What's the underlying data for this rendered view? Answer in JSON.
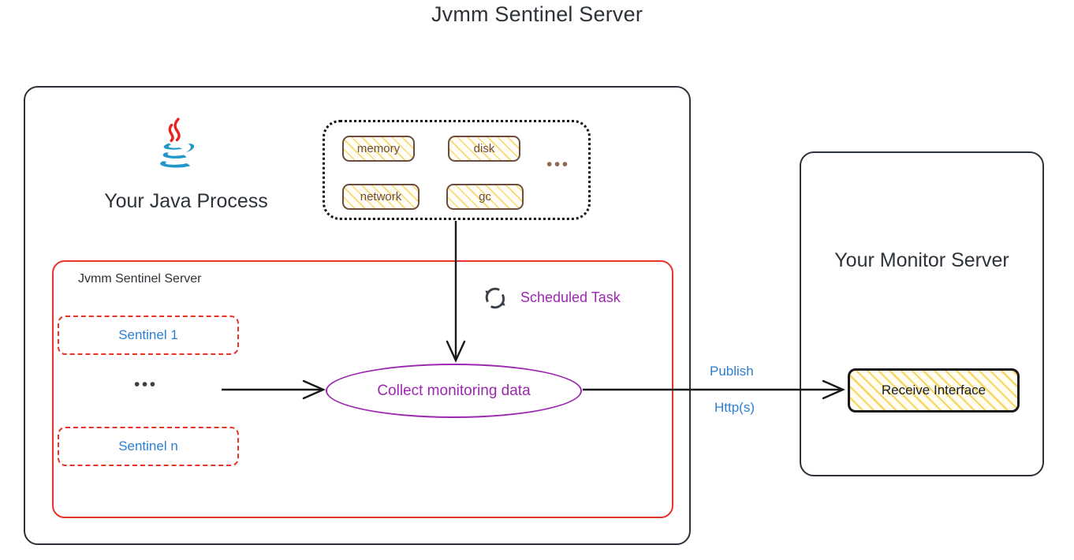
{
  "title": "Jvmm Sentinel Server",
  "java_process": {
    "label": "Your Java Process",
    "logo_icon": "java-logo-icon",
    "metrics": {
      "items": [
        {
          "label": "memory"
        },
        {
          "label": "disk"
        },
        {
          "label": "network"
        },
        {
          "label": "gc"
        }
      ],
      "ellipsis": "•••"
    }
  },
  "sentinel_server": {
    "label": "Jvmm Sentinel Server",
    "sentinels": [
      {
        "label": "Sentinel 1"
      },
      {
        "label": "Sentinel n"
      }
    ],
    "ellipsis": "•••",
    "collect_node": "Collect monitoring data",
    "scheduled_task": {
      "icon": "refresh-cycle-icon",
      "label": "Scheduled Task"
    }
  },
  "monitor_server": {
    "label": "Your Monitor Server",
    "receive_interface": "Receive Interface"
  },
  "connectors": {
    "publish": "Publish",
    "protocol": "Http(s)"
  },
  "colors": {
    "outline": "#2b3138",
    "red": "#e8322a",
    "blue": "#2b7fd4",
    "purple": "#9c27b0",
    "brown": "#6d4c3d",
    "hatch_yellow": "#f7d154",
    "text": "#2d3338"
  }
}
